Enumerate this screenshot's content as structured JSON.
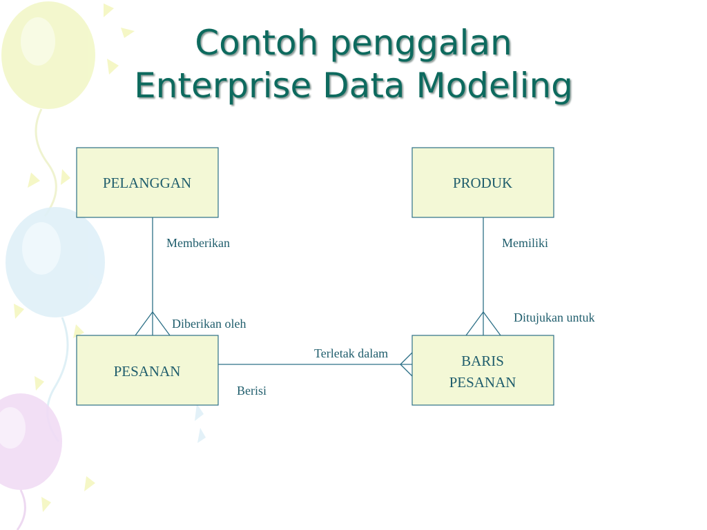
{
  "slide": {
    "title_line_1": "Contoh penggalan",
    "title_line_2": "Enterprise Data Modeling"
  },
  "entities": {
    "pelanggan": "PELANGGAN",
    "produk": "PRODUK",
    "pesanan": "PESANAN",
    "baris_pesanan_line_1": "BARIS",
    "baris_pesanan_line_2": "PESANAN"
  },
  "relationships": {
    "memberikan": "Memberikan",
    "diberikan_oleh": "Diberikan oleh",
    "memiliki": "Memiliki",
    "ditujukan_untuk": "Ditujukan untuk",
    "terletak_dalam": "Terletak dalam",
    "berisi": "Berisi"
  },
  "colors": {
    "entity_fill": "#f3f8d6",
    "line": "#2c6f86",
    "text": "#1f5d6c",
    "title": "#0d6a5e"
  },
  "decorations": [
    "balloon-yellow",
    "balloon-blue",
    "balloon-purple",
    "confetti"
  ]
}
